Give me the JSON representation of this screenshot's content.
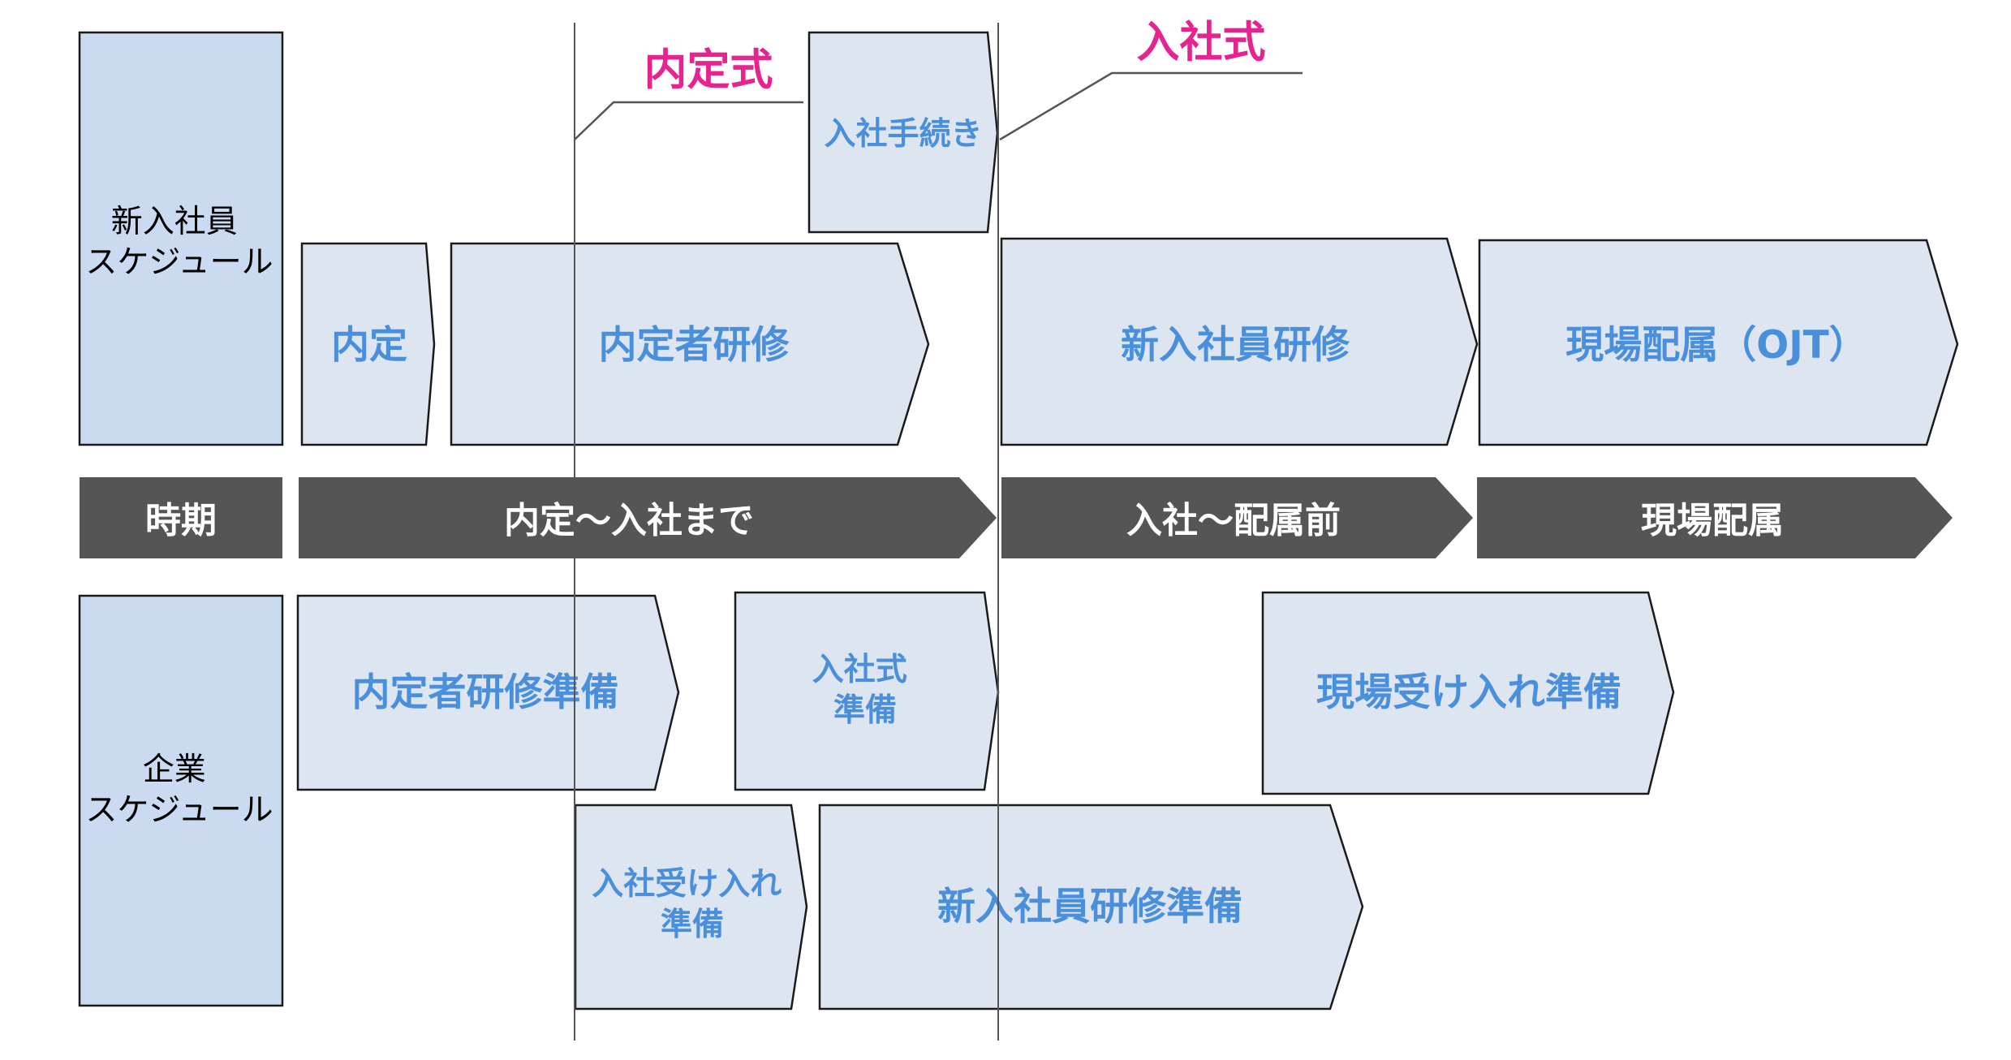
{
  "colors": {
    "row_header_fill": "#c9daf1",
    "block_fill": "#dde5f1",
    "block_stroke": "#1a1a1a",
    "period_fill": "#555555",
    "label_blue": "#4a8fdc",
    "milestone_pink": "#e6248f",
    "guide_line": "#555555"
  },
  "row_headers": {
    "new_hire": [
      "新入社員",
      "スケジュール"
    ],
    "period": "時期",
    "company": [
      "企業",
      "スケジュール"
    ]
  },
  "milestones": {
    "naiteishiki": "内定式",
    "nyushashiki": "入社式"
  },
  "new_hire_blocks": {
    "naitei": [
      "内定"
    ],
    "naiteisha_kenshu": [
      "内定者研修"
    ],
    "nyusha_tetsuzuki": [
      "入社手続き"
    ],
    "shinnyu_kenshu": [
      "新入社員研修"
    ],
    "genba_haizoku": [
      "現場配属（OJT）"
    ]
  },
  "periods": {
    "until_join": "内定～入社まで",
    "before_assign": "入社～配属前",
    "assigned": "現場配属"
  },
  "company_blocks": {
    "naiteisha_kenshu_junbi": [
      "内定者研修準備"
    ],
    "nyushashiki_junbi": [
      "入社式",
      "準備"
    ],
    "genba_ukeire_junbi": [
      "現場受け入れ準備"
    ],
    "nyusha_ukeire_junbi": [
      "入社受け入れ",
      "準備"
    ],
    "shinnyu_kenshu_junbi": [
      "新入社員研修準備"
    ]
  }
}
